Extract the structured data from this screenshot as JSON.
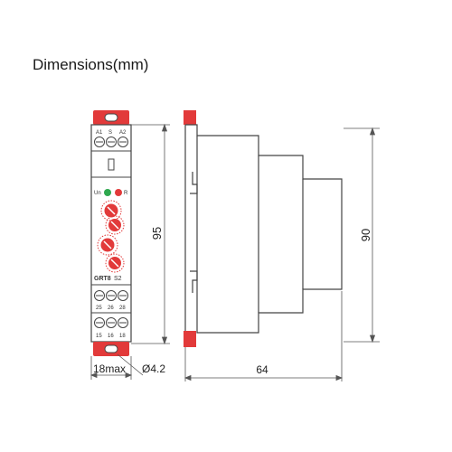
{
  "title": "Dimensions(mm)",
  "front": {
    "top_terminals": [
      "A1",
      "S",
      "A2"
    ],
    "led_un": "Un",
    "led_r": "R",
    "model": "GRT8",
    "model_suffix": "S2",
    "terminals_row1": [
      "25",
      "26",
      "28"
    ],
    "terminals_row2": [
      "15",
      "16",
      "18"
    ]
  },
  "dims": {
    "height_total": "95",
    "height_side": "90",
    "width_front": "18max",
    "hole": "Ø4.2",
    "depth": "64"
  },
  "colors": {
    "accent_red": "#e23a3a",
    "led_green": "#2fa84f",
    "outline": "#444444",
    "dim_line": "#555555"
  }
}
